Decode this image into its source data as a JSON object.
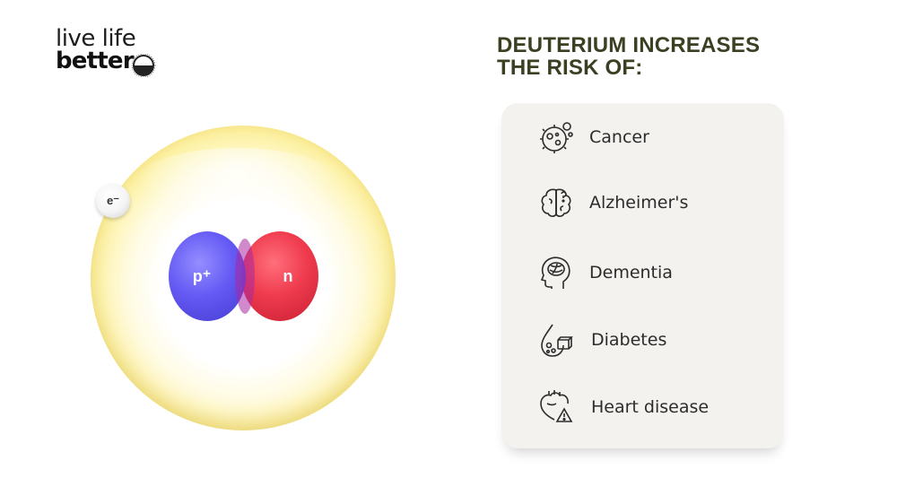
{
  "logo": {
    "line1": "live life",
    "line2": "better"
  },
  "atom": {
    "electron_label": "e⁻",
    "proton_label": "p⁺",
    "neutron_label": "n",
    "colors": {
      "proton": "#5d52f4",
      "neutron": "#ef3b4e",
      "shell": "#f5df66"
    }
  },
  "heading": {
    "line1": "DEUTERIUM INCREASES",
    "line2": "THE RISK OF:"
  },
  "risks": [
    {
      "label": "Cancer",
      "icon": "cancer-cell-icon"
    },
    {
      "label": "Alzheimer's",
      "icon": "brain-icon"
    },
    {
      "label": "Dementia",
      "icon": "head-brain-icon"
    },
    {
      "label": "Diabetes",
      "icon": "blood-drop-sugar-icon"
    },
    {
      "label": "Heart disease",
      "icon": "heart-warning-icon"
    }
  ],
  "colors": {
    "heading": "#3a4022",
    "panel": "#f3f2ee"
  }
}
